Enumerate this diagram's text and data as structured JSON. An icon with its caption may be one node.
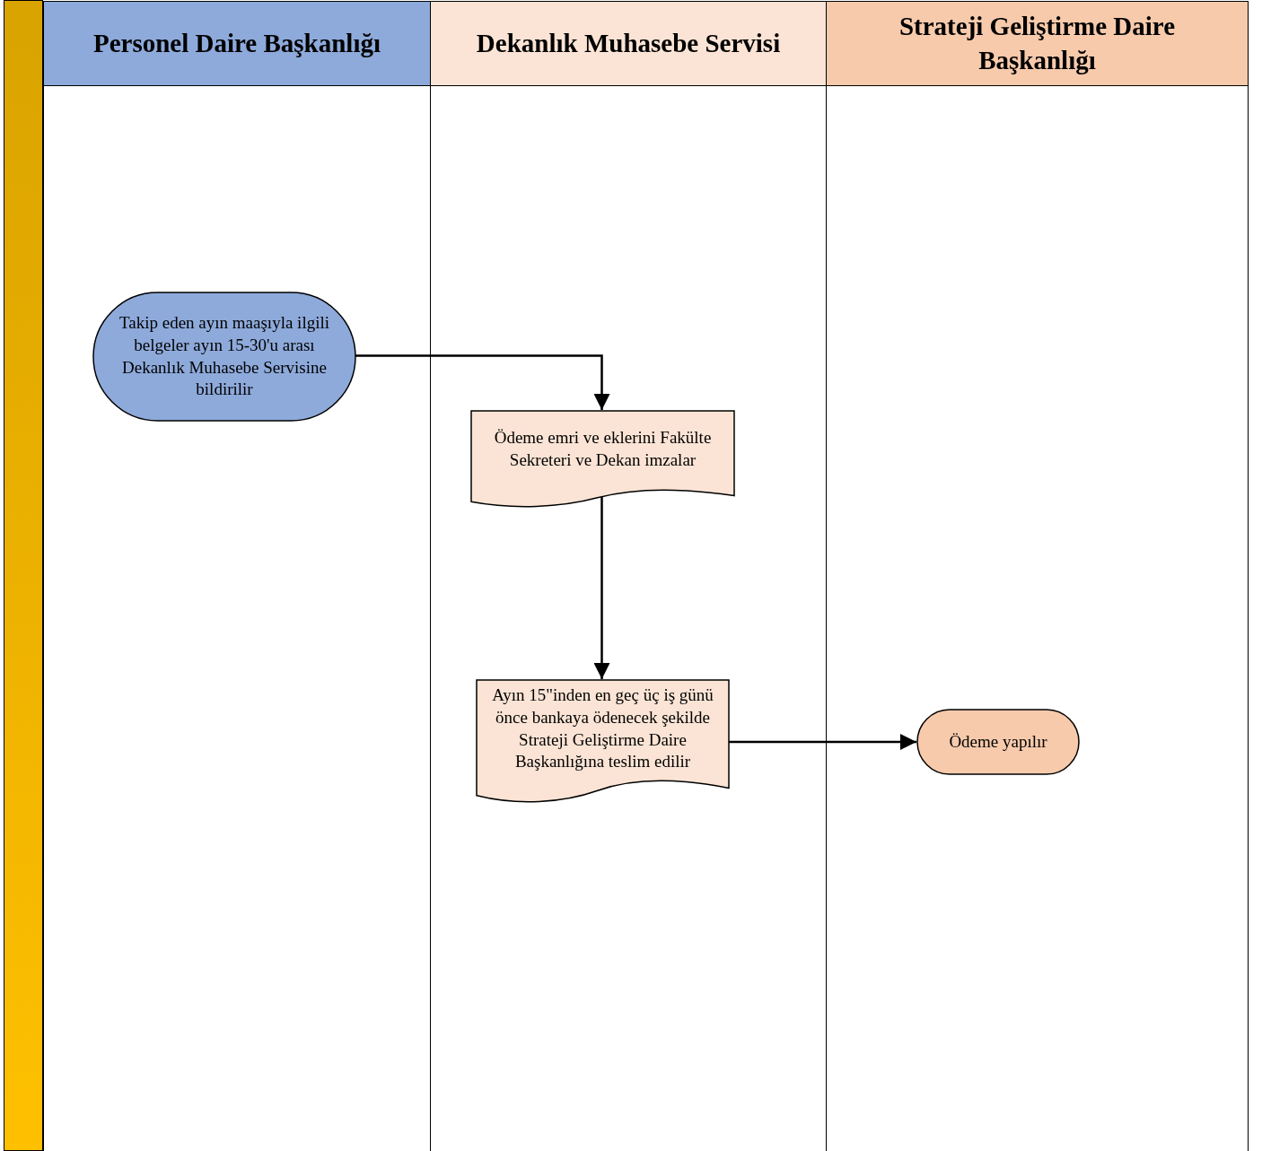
{
  "diagram": {
    "nodes": [
      {
        "text": [
          "Personel Daire Başkanlığı"
        ]
      },
      {
        "text": [
          "Dekanlık Muhasebe Servisi"
        ]
      },
      {
        "text": [
          "Strateji Geliştirme Daire Başkanlığı"
        ]
      },
      {
        "text": [
          "Takip eden ayın maaşıyla ilgili belgeler ayın 15-30'u arası Dekanlık Muhasebe Servisine bildirilir"
        ],
        "in": 0
      },
      {
        "text": [
          "Ödeme emri ve eklerini Fakülte Sekreteri ve Dekan imzalar"
        ],
        "in": 1
      },
      {
        "text": [
          "Ayın 15\"inden en geç üç iş günü önce bankaya ödenecek şekilde Strateji Geliştirme Daire Başkanlığına teslim edilir"
        ],
        "in": 1
      },
      {
        "text": [
          "Ödeme yapılır"
        ],
        "in": 2
      },
      {
        "text": [],
        "shape": "bar"
      }
    ],
    "edges": [
      {
        "from": 3,
        "to": 4,
        "arrow": "to"
      },
      {
        "from": 4,
        "to": 5,
        "arrow": "to"
      },
      {
        "from": 5,
        "to": 6,
        "arrow": "to"
      }
    ]
  }
}
